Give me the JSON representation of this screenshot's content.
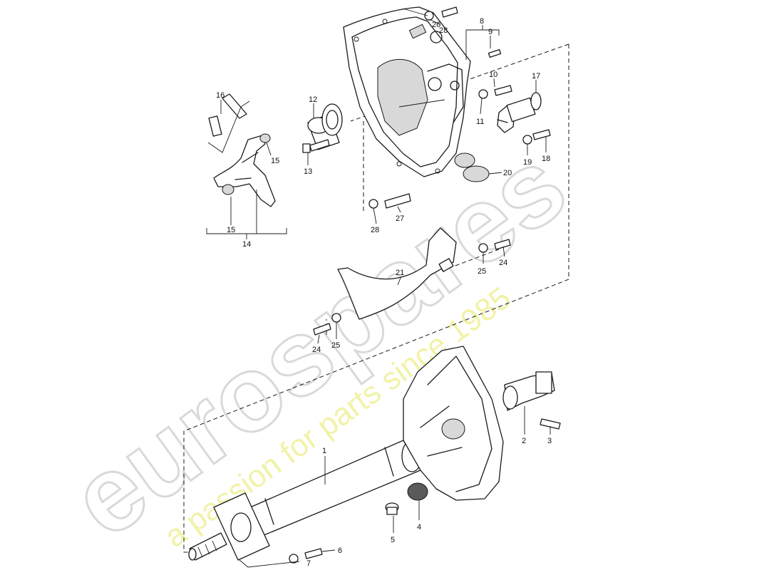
{
  "diagram": {
    "callouts": [
      "1",
      "2",
      "3",
      "4",
      "5",
      "6",
      "7",
      "8",
      "9",
      "10",
      "11",
      "12",
      "13",
      "14",
      "15",
      "16",
      "17",
      "18",
      "19",
      "20",
      "21",
      "24",
      "25",
      "26",
      "27",
      "28"
    ]
  },
  "watermark": {
    "brand": "eurospares",
    "tagline": "a passion for parts since 1985",
    "colors": {
      "brand": "#d9d9d9",
      "tagline": "#f2f2a8"
    }
  }
}
